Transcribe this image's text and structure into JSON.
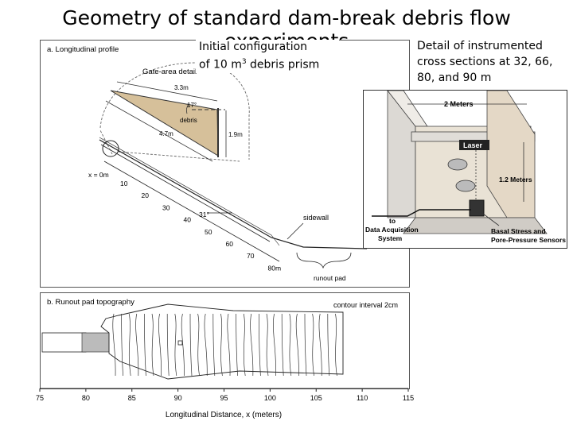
{
  "slide": {
    "title": "Geometry of standard dam-break debris flow experiments",
    "initial_config_line1": "Initial configuration",
    "initial_config_line2_prefix": "of 10 m",
    "initial_config_sup": "3",
    "initial_config_line2_suffix": " debris prism",
    "detail_line1": "Detail of instrumented",
    "detail_line2": "cross sections at 32, 66,",
    "detail_line3": "80, and 90 m"
  },
  "profile": {
    "panel_label": "a.  Longitudinal profile",
    "gate_detail_label": "Gate-area detail",
    "dim_top": "3.3m",
    "dim_angle": "17°",
    "dim_bottom": "4.7m",
    "dim_height": "1.9m",
    "debris_label": "debris",
    "x0_label": "x = 0m",
    "distance_ticks": [
      "10",
      "20",
      "30",
      "40",
      "50",
      "60",
      "70",
      "80m"
    ],
    "slope_angle": "31°",
    "sidewall_label": "sidewall",
    "runout_label": "runout pad",
    "colors": {
      "debris": "#d6c09a",
      "wall": "#e8e4de"
    }
  },
  "cross_section": {
    "width_label": "2 Meters",
    "laser_label": "Laser",
    "height_label": "1.2 Meters",
    "to_label": "to",
    "das_line1": "Data Acquisition",
    "das_line2": "System",
    "sensor_line1": "Basal Stress and",
    "sensor_line2": "Pore-Pressure Sensors"
  },
  "runout": {
    "panel_label": "b.  Runout pad topography",
    "contour_label": "contour interval 2cm",
    "axis_ticks": [
      "75",
      "80",
      "85",
      "90",
      "95",
      "100",
      "105",
      "110",
      "115"
    ],
    "axis_title": "Longitudinal Distance, x (meters)"
  }
}
